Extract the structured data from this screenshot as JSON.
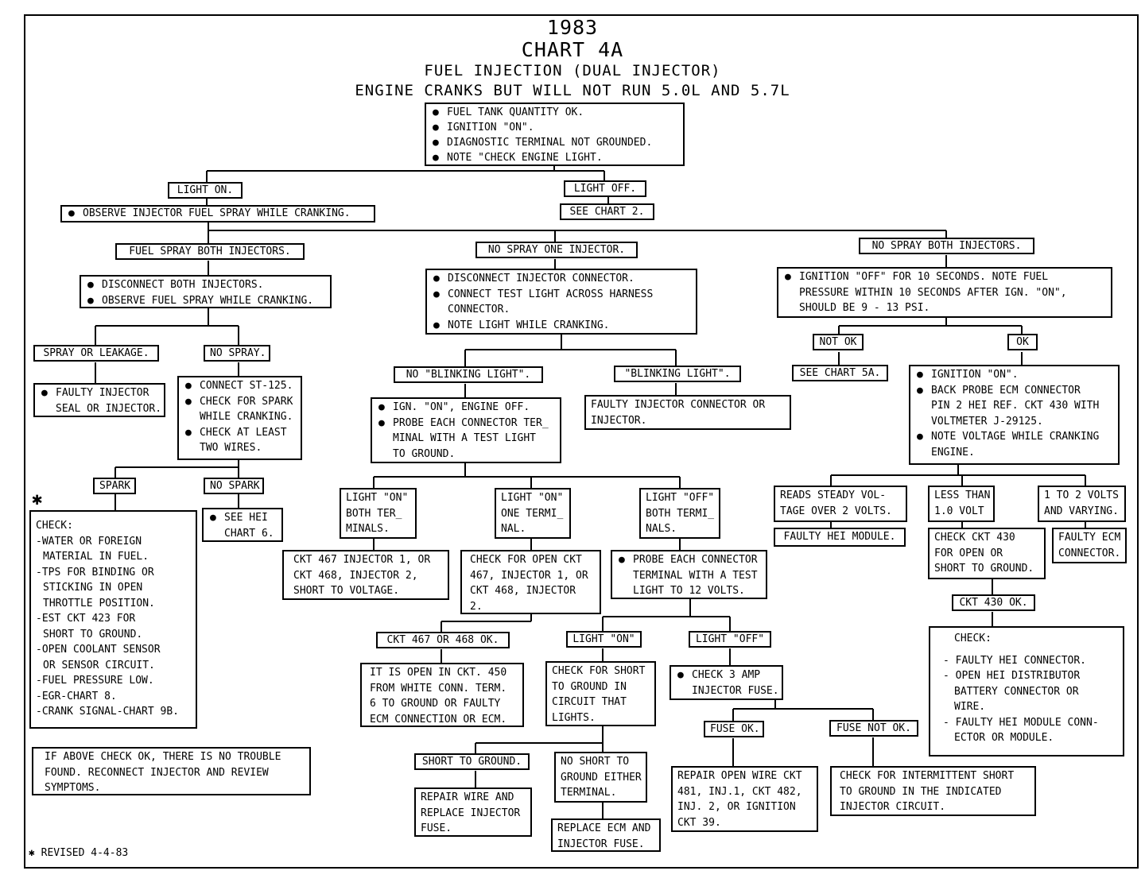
{
  "header": {
    "year": "1983",
    "chart": "CHART 4A",
    "title": "FUEL INJECTION (DUAL INJECTOR)",
    "subtitle": "ENGINE CRANKS BUT WILL NOT RUN 5.0L AND 5.7L"
  },
  "top_box": [
    "FUEL TANK QUANTITY OK.",
    "IGNITION \"ON\".",
    "DIAGNOSTIC TERMINAL NOT GROUNDED.",
    "NOTE \"CHECK ENGINE LIGHT."
  ],
  "light_on": "LIGHT ON.",
  "light_off": "LIGHT OFF.",
  "see_chart_2": "SEE CHART 2.",
  "observe_spray": "OBSERVE INJECTOR FUEL SPRAY WHILE CRANKING.",
  "fuel_spray_both": "FUEL SPRAY BOTH INJECTORS.",
  "no_spray_one": "NO SPRAY ONE INJECTOR.",
  "no_spray_both": "NO SPRAY BOTH INJECTORS.",
  "disconnect_both": [
    "DISCONNECT BOTH INJECTORS.",
    "OBSERVE FUEL SPRAY WHILE CRANKING."
  ],
  "spray_or_leakage": "SPRAY OR LEAKAGE.",
  "no_spray": "NO SPRAY.",
  "faulty_injector": [
    "FAULTY INJECTOR",
    "SEAL OR INJECTOR."
  ],
  "connect_st": [
    "CONNECT ST-125.",
    "CHECK FOR SPARK",
    "WHILE CRANKING.",
    "CHECK AT LEAST",
    "TWO WIRES."
  ],
  "spark": "SPARK",
  "no_spark": "NO SPARK",
  "see_hei": [
    "SEE HEI",
    "CHART 6."
  ],
  "check_list": [
    "CHECK:",
    "-WATER OR FOREIGN",
    "MATERIAL IN FUEL.",
    "-TPS FOR BINDING OR",
    "STICKING IN OPEN",
    "THROTTLE POSITION.",
    "-EST CKT 423 FOR",
    "SHORT TO GROUND.",
    "-OPEN COOLANT SENSOR",
    "OR SENSOR CIRCUIT.",
    "-FUEL PRESSURE LOW.",
    "-EGR-CHART 8.",
    "-CRANK SIGNAL-CHART 9B."
  ],
  "if_above": [
    "IF ABOVE CHECK OK, THERE IS NO TROUBLE",
    "FOUND. RECONNECT INJECTOR AND REVIEW",
    "SYMPTOMS."
  ],
  "revised": "REVISED 4-4-83",
  "star_mark": "✱",
  "disconnect_connector": [
    "DISCONNECT INJECTOR CONNECTOR.",
    "CONNECT TEST LIGHT ACROSS HARNESS",
    "CONNECTOR.",
    "NOTE LIGHT WHILE CRANKING."
  ],
  "no_blinking": "NO \"BLINKING LIGHT\".",
  "blinking": "\"BLINKING LIGHT\".",
  "ign_on_box": [
    "IGN. \"ON\", ENGINE OFF.",
    "PROBE EACH CONNECTOR TER_",
    "MINAL WITH A TEST LIGHT",
    "TO GROUND."
  ],
  "faulty_connector": [
    "FAULTY INJECTOR CONNECTOR OR",
    "INJECTOR."
  ],
  "light_on_both": [
    "LIGHT \"ON\"",
    "BOTH TER_",
    "MINALS."
  ],
  "light_on_one": [
    "LIGHT \"ON\"",
    "ONE TERMI_",
    "NAL."
  ],
  "light_off_both": [
    "LIGHT \"OFF\"",
    "BOTH TERMI_",
    "NALS."
  ],
  "ckt_short_voltage": [
    "CKT 467 INJECTOR 1, OR",
    "CKT 468, INJECTOR 2,",
    "SHORT TO VOLTAGE."
  ],
  "check_open": [
    "CHECK FOR OPEN CKT",
    "467, INJECTOR 1, OR",
    "CKT 468, INJECTOR",
    "2."
  ],
  "probe_12v": [
    "PROBE EACH CONNECTOR",
    "TERMINAL WITH A TEST",
    "LIGHT TO 12 VOLTS."
  ],
  "ckt_467_ok": "CKT 467 OR 468 OK.",
  "light_on_q": "LIGHT \"ON\"",
  "light_off_q": "LIGHT \"OFF\"",
  "open_ckt_450": [
    "IT IS OPEN IN CKT. 450",
    "FROM WHITE CONN. TERM.",
    "6 TO GROUND OR FAULTY",
    "ECM CONNECTION OR ECM."
  ],
  "check_short": [
    "CHECK FOR SHORT",
    "TO GROUND IN",
    "CIRCUIT THAT",
    "LIGHTS."
  ],
  "check_3amp": [
    "CHECK 3 AMP",
    "INJECTOR FUSE."
  ],
  "short_to_ground": "SHORT TO GROUND.",
  "no_short": [
    "NO SHORT TO",
    "GROUND EITHER",
    "TERMINAL."
  ],
  "repair_wire": [
    "REPAIR WIRE AND",
    "REPLACE INJECTOR",
    "FUSE."
  ],
  "replace_ecm": [
    "REPLACE ECM AND",
    "INJECTOR FUSE."
  ],
  "fuse_ok": "FUSE OK.",
  "fuse_not_ok": "FUSE NOT OK.",
  "repair_open": [
    "REPAIR OPEN WIRE CKT",
    "481, INJ.1, CKT 482,",
    "INJ. 2, OR IGNITION",
    "CKT 39."
  ],
  "check_intermittent": [
    "CHECK FOR INTERMITTENT SHORT",
    "TO GROUND IN THE INDICATED",
    "INJECTOR CIRCUIT."
  ],
  "ignition_off": [
    "IGNITION \"OFF\" FOR 10 SECONDS.  NOTE FUEL",
    "PRESSURE WITHIN 10 SECONDS AFTER IGN. \"ON\",",
    "SHOULD BE 9 - 13 PSI."
  ],
  "not_ok": "NOT OK",
  "ok": "OK",
  "see_chart_5a": "SEE CHART 5A.",
  "ignition_on_box": [
    "IGNITION \"ON\".",
    "BACK PROBE ECM CONNECTOR",
    "PIN 2 HEI REF. CKT 430 WITH",
    "VOLTMETER J-29125.",
    "NOTE VOLTAGE WHILE CRANKING",
    "ENGINE."
  ],
  "reads_steady": [
    "READS STEADY VOL-",
    "TAGE OVER 2 VOLTS."
  ],
  "less_than": [
    "LESS THAN",
    "1.0 VOLT"
  ],
  "one_to_two": [
    "1 TO 2 VOLTS",
    "AND VARYING."
  ],
  "faulty_hei_module": "FAULTY HEI MODULE.",
  "check_ckt_430": [
    "CHECK CKT 430",
    "FOR OPEN OR",
    "SHORT TO GROUND."
  ],
  "faulty_ecm_conn": [
    "FAULTY ECM",
    "CONNECTOR."
  ],
  "ckt_430_ok": "CKT 430 OK.",
  "check_hei": [
    "CHECK:",
    "- FAULTY HEI CONNECTOR.",
    "- OPEN HEI DISTRIBUTOR",
    "BATTERY CONNECTOR OR",
    "WIRE.",
    "- FAULTY HEI MODULE CONN-",
    "ECTOR OR MODULE."
  ]
}
